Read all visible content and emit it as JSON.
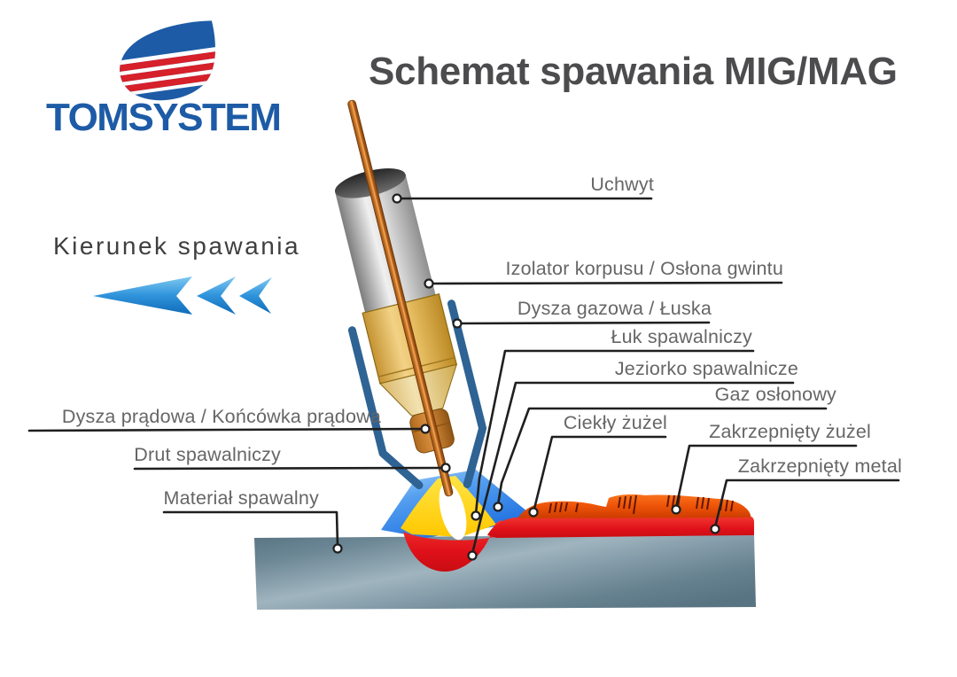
{
  "logo": {
    "text": "TOMSYSTEM"
  },
  "title": "Schemat spawania MIG/MAG",
  "direction": {
    "label": "Kierunek spawania"
  },
  "labels": {
    "uchwyt": "Uchwyt",
    "izolator": "Izolator korpusu / Osłona gwintu",
    "dysza_gazowa": "Dysza gazowa / Łuska",
    "luk": "Łuk spawalniczy",
    "jeziorko": "Jeziorko spawalnicze",
    "gaz": "Gaz osłonowy",
    "ciekly_zuzel": "Ciekły żużel",
    "zakrzepniety_zuzel": "Zakrzepnięty żużel",
    "zakrzepniety_metal": "Zakrzepnięty metal",
    "dysza_pradowa": "Dysza prądowa / Końcówka prądowa",
    "drut": "Drut spawalniczy",
    "material": "Materiał spawalny"
  },
  "colors": {
    "logo_blue": "#1D5BA6",
    "logo_red": "#D6202A",
    "title_gray": "#4C4C4E",
    "label_gray": "#666666",
    "leader_line": "#1F1F1F",
    "arrow_blue": "#2F93DB",
    "torch_gold": "#E6BC60",
    "wire_copper": "#D9822E",
    "nozzle_blue": "#2E6394",
    "shielding_gas_blue": "#2F80E8",
    "arc_yellow": "#FFD400",
    "weld_red": "#E8151D",
    "slag_orange": "#EF5509",
    "base_metal_gray": "#849CA9"
  }
}
